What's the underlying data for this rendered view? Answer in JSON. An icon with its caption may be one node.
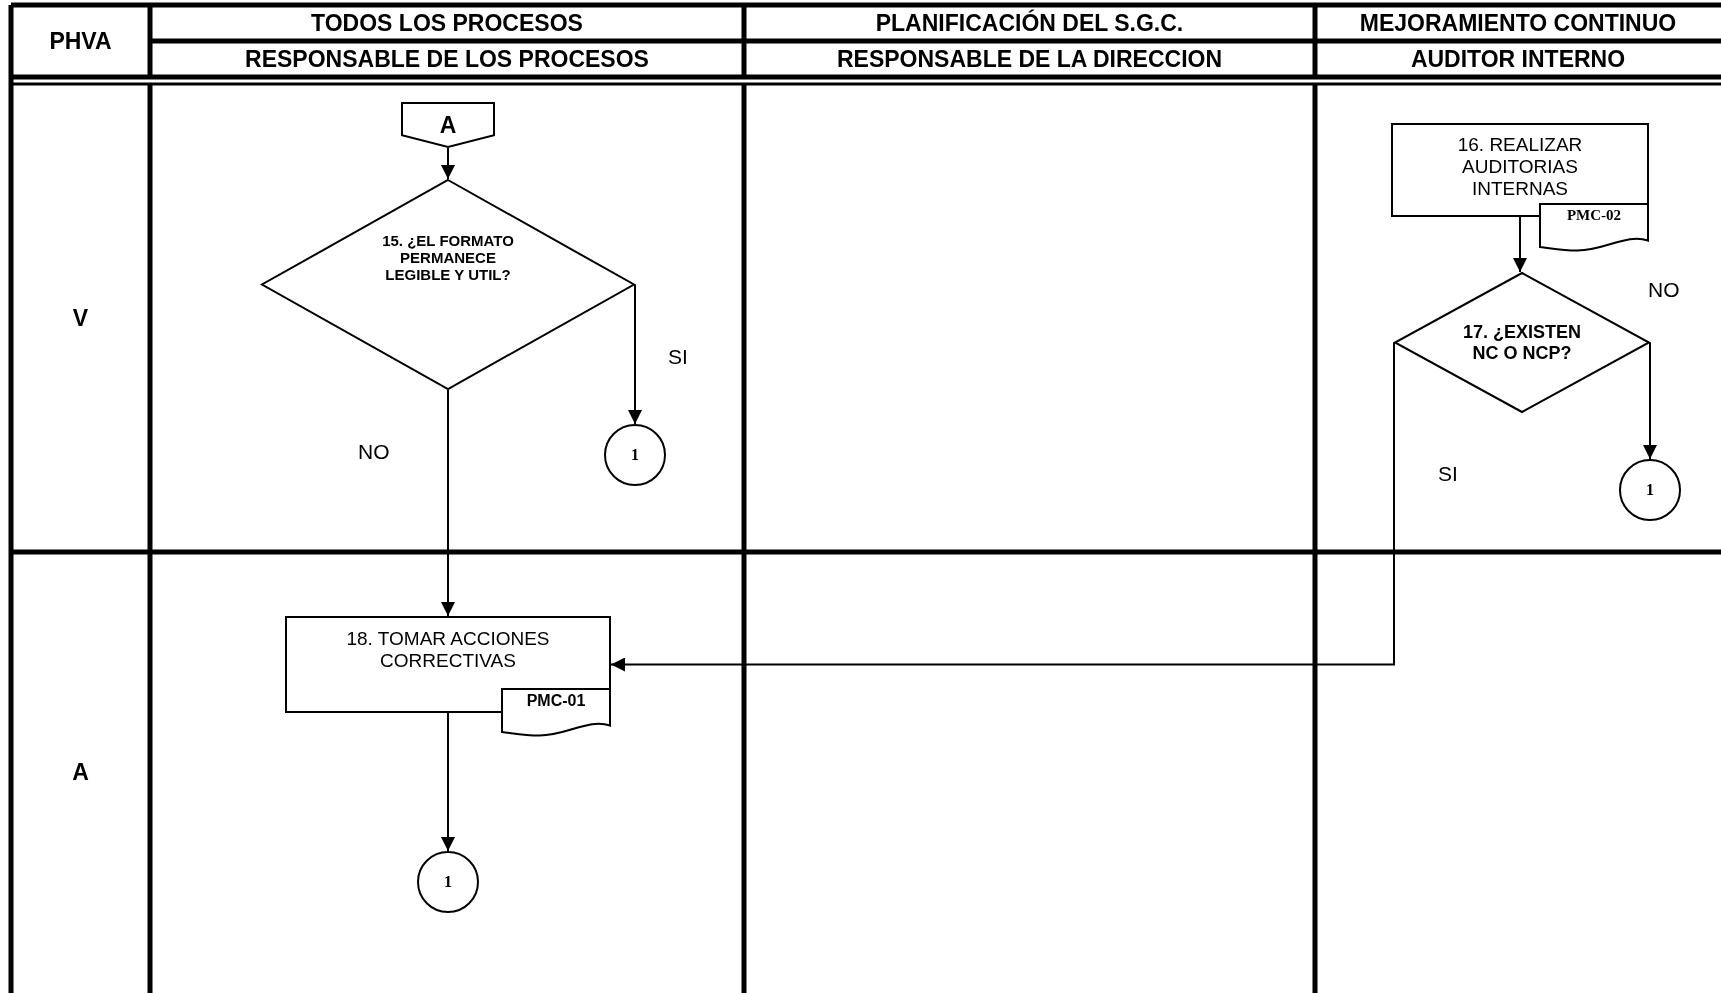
{
  "diagram": {
    "nodes": [
      {
        "text": [
          "A"
        ]
      },
      {
        "text": [
          "15. ¿EL FORMATO PERMANECE LEGIBLE Y UTIL?"
        ]
      },
      {
        "text": [
          "1"
        ]
      },
      {
        "text": [
          "16. REALIZAR AUDITORIAS INTERNAS"
        ]
      },
      {
        "text": [
          "PMC-02"
        ]
      },
      {
        "text": [
          "17. ¿EXISTEN NC O NCP?"
        ]
      },
      {
        "text": [
          "1"
        ]
      },
      {
        "text": [
          "18.  TOMAR ACCIONES CORRECTIVAS"
        ]
      },
      {
        "text": [
          "PMC-01"
        ]
      },
      {
        "text": [
          "1"
        ]
      }
    ],
    "edges": [
      {
        "from": 0,
        "to": 1,
        "arrow": "to"
      },
      {
        "from": 1,
        "to": 2,
        "arrow": "to",
        "label": "SI"
      },
      {
        "from": 1,
        "to": 7,
        "arrow": "to",
        "label": "NO"
      },
      {
        "from": 3,
        "to": 5,
        "arrow": "to"
      },
      {
        "from": 5,
        "to": 6,
        "arrow": "to",
        "label": "NO"
      },
      {
        "from": 5,
        "to": 7,
        "arrow": "to",
        "label": "SI"
      },
      {
        "from": 7,
        "to": 9,
        "arrow": "to"
      }
    ],
    "labels": [
      "PHVA",
      "TODOS LOS PROCESOS",
      "PLANIFICACIÓN DEL S.G.C.",
      "MEJORAMIENTO CONTINUO",
      "RESPONSABLE DE LOS PROCESOS",
      "RESPONSABLE DE LA DIRECCION",
      "AUDITOR INTERNO",
      "V",
      "A"
    ]
  }
}
